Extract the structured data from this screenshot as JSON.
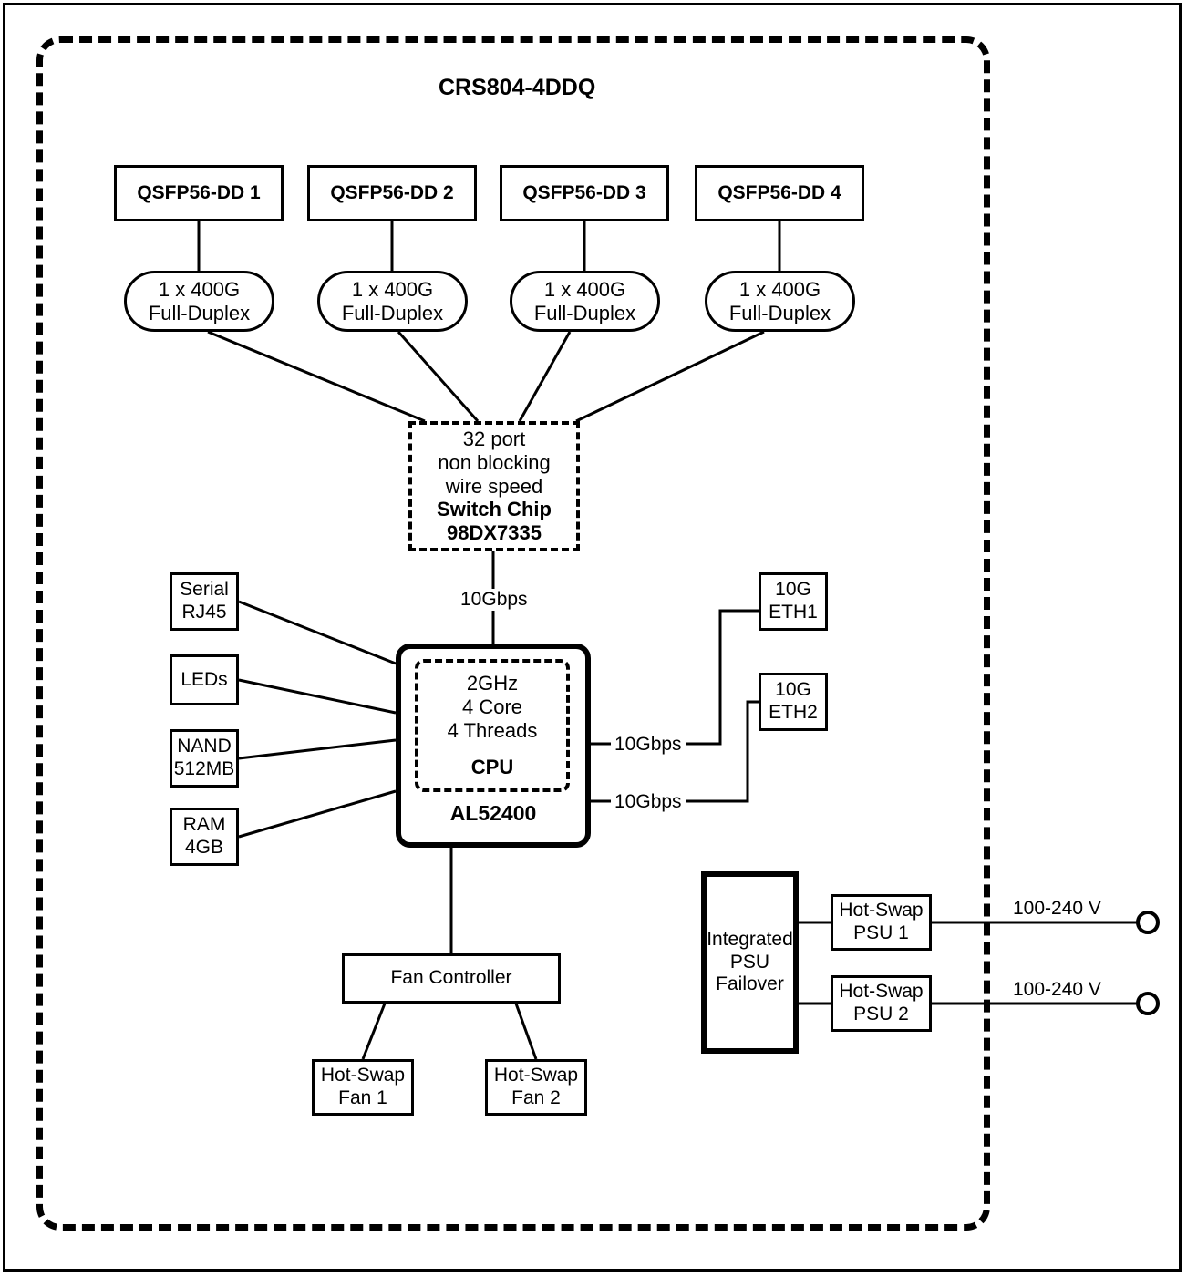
{
  "diagram": {
    "title": "CRS804-4DDQ",
    "ports": [
      {
        "label": "QSFP56-DD 1",
        "rate_line1": "1 x 400G",
        "rate_line2": "Full-Duplex"
      },
      {
        "label": "QSFP56-DD 2",
        "rate_line1": "1 x 400G",
        "rate_line2": "Full-Duplex"
      },
      {
        "label": "QSFP56-DD 3",
        "rate_line1": "1 x 400G",
        "rate_line2": "Full-Duplex"
      },
      {
        "label": "QSFP56-DD 4",
        "rate_line1": "1 x 400G",
        "rate_line2": "Full-Duplex"
      }
    ],
    "switch_chip": {
      "line1": "32 port",
      "line2": "non blocking",
      "line3": "wire speed",
      "line4": "Switch Chip",
      "line5": "98DX7335"
    },
    "cpu": {
      "inner_line1": "2GHz",
      "inner_line2": "4 Core",
      "inner_line3": "4 Threads",
      "inner_label": "CPU",
      "outer_label": "AL52400"
    },
    "peripherals": [
      {
        "line1": "Serial",
        "line2": "RJ45"
      },
      {
        "line1": "LEDs",
        "line2": ""
      },
      {
        "line1": "NAND",
        "line2": "512MB"
      },
      {
        "line1": "RAM",
        "line2": "4GB"
      }
    ],
    "ethernet": [
      {
        "line1": "10G",
        "line2": "ETH1"
      },
      {
        "line1": "10G",
        "line2": "ETH2"
      }
    ],
    "link_labels": {
      "switch_to_cpu": "10Gbps",
      "cpu_to_eth1": "10Gbps",
      "cpu_to_eth2": "10Gbps"
    },
    "fans": {
      "controller": "Fan Controller",
      "units": [
        {
          "line1": "Hot-Swap",
          "line2": "Fan 1"
        },
        {
          "line1": "Hot-Swap",
          "line2": "Fan 2"
        }
      ]
    },
    "power": {
      "failover_line1": "Integrated",
      "failover_line2": "PSU",
      "failover_line3": "Failover",
      "psus": [
        {
          "line1": "Hot-Swap",
          "line2": "PSU 1",
          "voltage": "100-240 V"
        },
        {
          "line1": "Hot-Swap",
          "line2": "PSU 2",
          "voltage": "100-240 V"
        }
      ]
    },
    "colors": {
      "line": "#000000",
      "background": "#ffffff"
    }
  }
}
